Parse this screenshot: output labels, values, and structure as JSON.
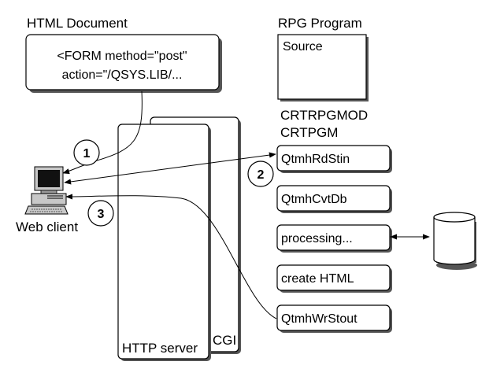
{
  "html_document": {
    "title": "HTML Document",
    "line1": "<FORM method=\"post\"",
    "line2": "action=\"/QSYS.LIB/..."
  },
  "rpg_program": {
    "title": "RPG Program",
    "source_label": "Source",
    "compile_cmd1": "CRTRPGMOD",
    "compile_cmd2": "CRTPGM"
  },
  "steps": [
    "QtmhRdStin",
    "QtmhCvtDb",
    "processing...",
    "create HTML",
    "QtmhWrStout"
  ],
  "web_client": {
    "label": "Web client",
    "icon": "computer-icon"
  },
  "servers": {
    "http": "HTTP server",
    "cgi": "CGI"
  },
  "database": {
    "icon": "database-cylinder-icon"
  },
  "flow_numbers": [
    "1",
    "2",
    "3"
  ]
}
